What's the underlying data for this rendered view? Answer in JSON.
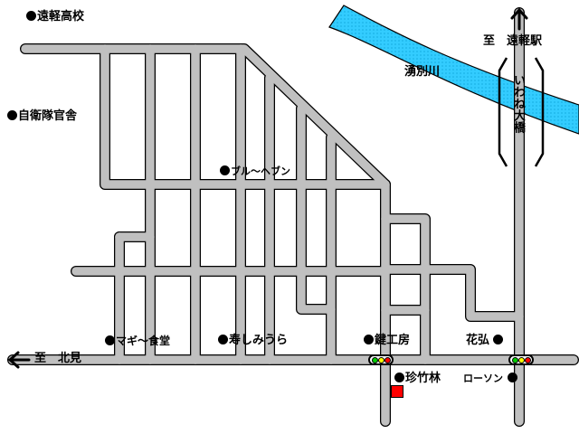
{
  "colors": {
    "road_fill": "#c0c0c0",
    "road_edge": "#000000",
    "river": "#33ccff",
    "background": "#ffffff",
    "destination_marker": "#ff0000",
    "signal_red": "#ff0000",
    "signal_yellow": "#ffff00",
    "signal_green": "#00cc00"
  },
  "landmarks": {
    "school": "遠軽高校",
    "sdf_quarters": "自衛隊官舎",
    "blue_heaven": "ブル〜ヘブン",
    "maggie": "マギ〜食堂",
    "kotobuki": "寿しみうら",
    "craft": "鍵工房",
    "hanahiro": "花弘",
    "chinchikurin": "珍竹林",
    "lawson": "ローソン"
  },
  "directions": {
    "north": "至　遠軽駅",
    "west": "至　北見"
  },
  "water": {
    "river": "湧別川"
  },
  "bridge": {
    "name": "いわね大橋"
  },
  "icons": {
    "landmark": "black-dot-icon",
    "north_arrow": "arrow-up-icon",
    "west_arrow": "arrow-left-icon",
    "traffic_light": "traffic-light-icon",
    "destination": "red-square-icon"
  }
}
